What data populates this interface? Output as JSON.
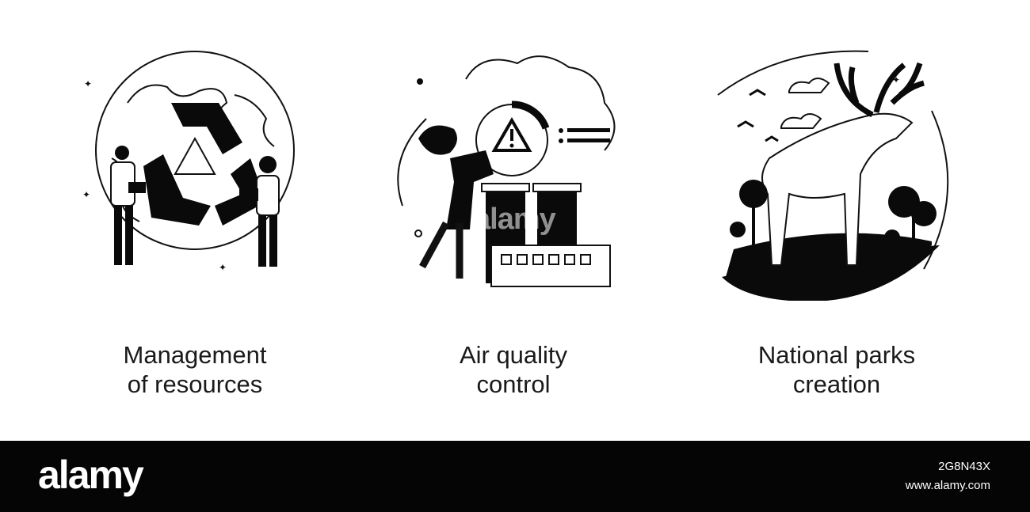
{
  "panels": [
    {
      "line1": "Management",
      "line2": "of resources",
      "icon": "recycle-globe-illustration"
    },
    {
      "line1": "Air quality",
      "line2": "control",
      "icon": "factory-warning-illustration"
    },
    {
      "line1": "National parks",
      "line2": "creation",
      "icon": "deer-park-illustration"
    }
  ],
  "footer": {
    "logo": "alamy",
    "image_id": "2G8N43X",
    "site": "www.alamy.com"
  },
  "watermark": "alamy",
  "colors": {
    "ink": "#0a0a0a",
    "background": "#ffffff",
    "footer": "#050505"
  }
}
